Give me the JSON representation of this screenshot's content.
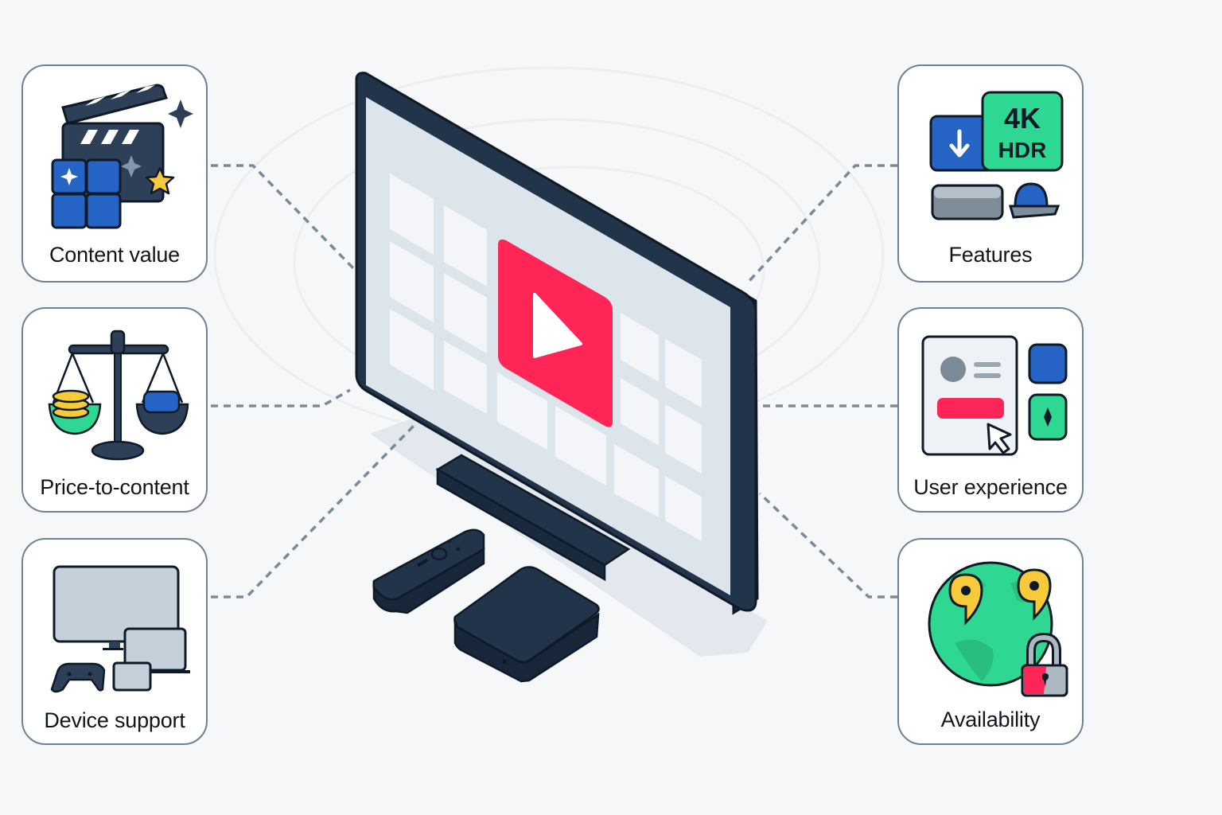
{
  "diagram": {
    "center": {
      "device": "smart-tv",
      "screen_content": "streaming-app-grid",
      "play_button_color": "#ff2557",
      "accessories": [
        "soundbar",
        "remote-control",
        "streaming-box"
      ]
    },
    "left_cards": [
      {
        "id": "content-value",
        "label": "Content value",
        "icon": "clapperboard-icon"
      },
      {
        "id": "price-to-content",
        "label": "Price-to-content",
        "icon": "balance-scale-icon"
      },
      {
        "id": "device-support",
        "label": "Device support",
        "icon": "devices-icon"
      }
    ],
    "right_cards": [
      {
        "id": "features",
        "label": "Features",
        "icon": "features-icon",
        "badge_line1": "4K",
        "badge_line2": "HDR"
      },
      {
        "id": "user-experience",
        "label": "User experience",
        "icon": "ui-cursor-icon"
      },
      {
        "id": "availability",
        "label": "Availability",
        "icon": "globe-lock-icon"
      }
    ],
    "colors": {
      "background": "#f6f7f9",
      "card_border": "#6f8194",
      "dark": "#1f2f42",
      "blue": "#2563c4",
      "green": "#2fd892",
      "red": "#ff2557",
      "yellow": "#f7ca3a",
      "connector": "#7a8a9b"
    }
  }
}
